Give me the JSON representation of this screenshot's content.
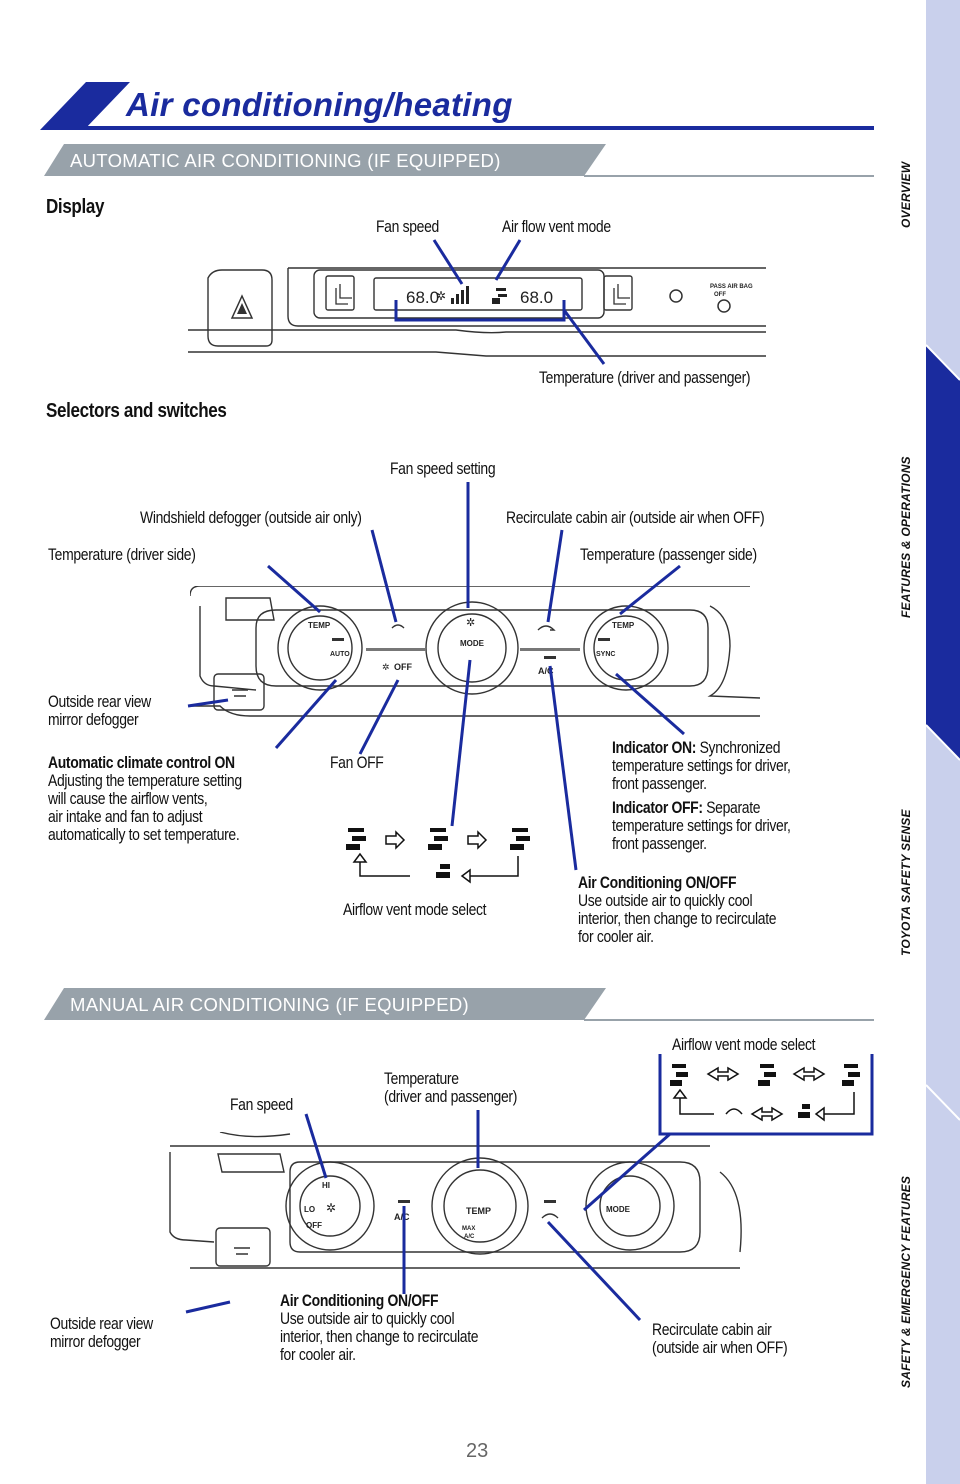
{
  "header": {
    "title": "Air conditioning/heating"
  },
  "sidebar": {
    "tabs": [
      "OVERVIEW",
      "FEATURES & OPERATIONS",
      "TOYOTA SAFETY SENSE",
      "SAFETY & EMERGENCY FEATURES"
    ],
    "active_index": 1
  },
  "auto_section": {
    "title": "AUTOMATIC AIR CONDITIONING (IF EQUIPPED)",
    "display_heading": "Display",
    "display_labels": {
      "fan_speed": "Fan speed",
      "air_flow_vent_mode": "Air flow vent mode",
      "temperature": "Temperature (driver and passenger)"
    },
    "display_panel": {
      "left_temp": "68.0",
      "right_temp": "68.0",
      "airbag_text": "PASS AIR BAG",
      "airbag_off": "OFF"
    },
    "selectors_heading": "Selectors and switches",
    "labels": {
      "fan_speed_setting": "Fan speed setting",
      "windshield_defogger": "Windshield defogger (outside air only)",
      "recirculate": "Recirculate cabin air (outside air when OFF)",
      "temp_driver": "Temperature (driver side)",
      "temp_passenger": "Temperature (passenger side)",
      "mirror_defogger_line1": "Outside rear view",
      "mirror_defogger_line2": "mirror defogger",
      "fan_off": "Fan OFF",
      "airflow_vent_mode_select": "Airflow vent mode select"
    },
    "panel_text": {
      "temp": "TEMP",
      "auto": "AUTO",
      "off": "OFF",
      "mode": "MODE",
      "ac": "A/C",
      "sync": "SYNC"
    },
    "auto_climate": {
      "title": "Automatic climate control ON",
      "lines": [
        "Adjusting the temperature setting",
        "will cause the airflow vents,",
        "air intake and fan to adjust",
        "automatically to set temperature."
      ]
    },
    "indicator": {
      "on_label": "Indicator ON:",
      "on_line1": "Synchronized",
      "on_lines": [
        "temperature settings for driver,",
        "front passenger."
      ],
      "off_label": "Indicator OFF:",
      "off_line1": "Separate",
      "off_lines": [
        "temperature settings for driver,",
        "front passenger."
      ]
    },
    "ac_note": {
      "title": "Air Conditioning ON/OFF",
      "lines": [
        "Use outside air to quickly cool",
        "interior, then change to recirculate",
        "for cooler air."
      ]
    }
  },
  "manual_section": {
    "title": "MANUAL AIR CONDITIONING (IF EQUIPPED)",
    "labels": {
      "airflow_vent_mode_select": "Airflow vent mode select",
      "temperature_line1": "Temperature",
      "temperature_line2": "(driver and passenger)",
      "fan_speed": "Fan speed",
      "mirror_defogger_line1": "Outside rear view",
      "mirror_defogger_line2": "mirror defogger",
      "recirculate_line1": "Recirculate cabin air",
      "recirculate_line2": "(outside air when OFF)"
    },
    "panel_text": {
      "hi": "HI",
      "lo": "LO",
      "off": "OFF",
      "ac": "A/C",
      "temp": "TEMP",
      "max": "MAX",
      "max_ac": "A/C",
      "mode": "MODE"
    },
    "ac_note": {
      "title": "Air Conditioning ON/OFF",
      "lines": [
        "Use outside air to quickly cool",
        "interior, then change to recirculate",
        "for cooler air."
      ]
    }
  },
  "footer": {
    "page_number": "23"
  },
  "colors": {
    "brand_blue": "#1a2b9e",
    "gray_band": "#98a2aa",
    "sidebar_light": "#c9d0ec",
    "sidebar_dark": "#1a2b9e",
    "pointer": "#1a2b9e"
  }
}
